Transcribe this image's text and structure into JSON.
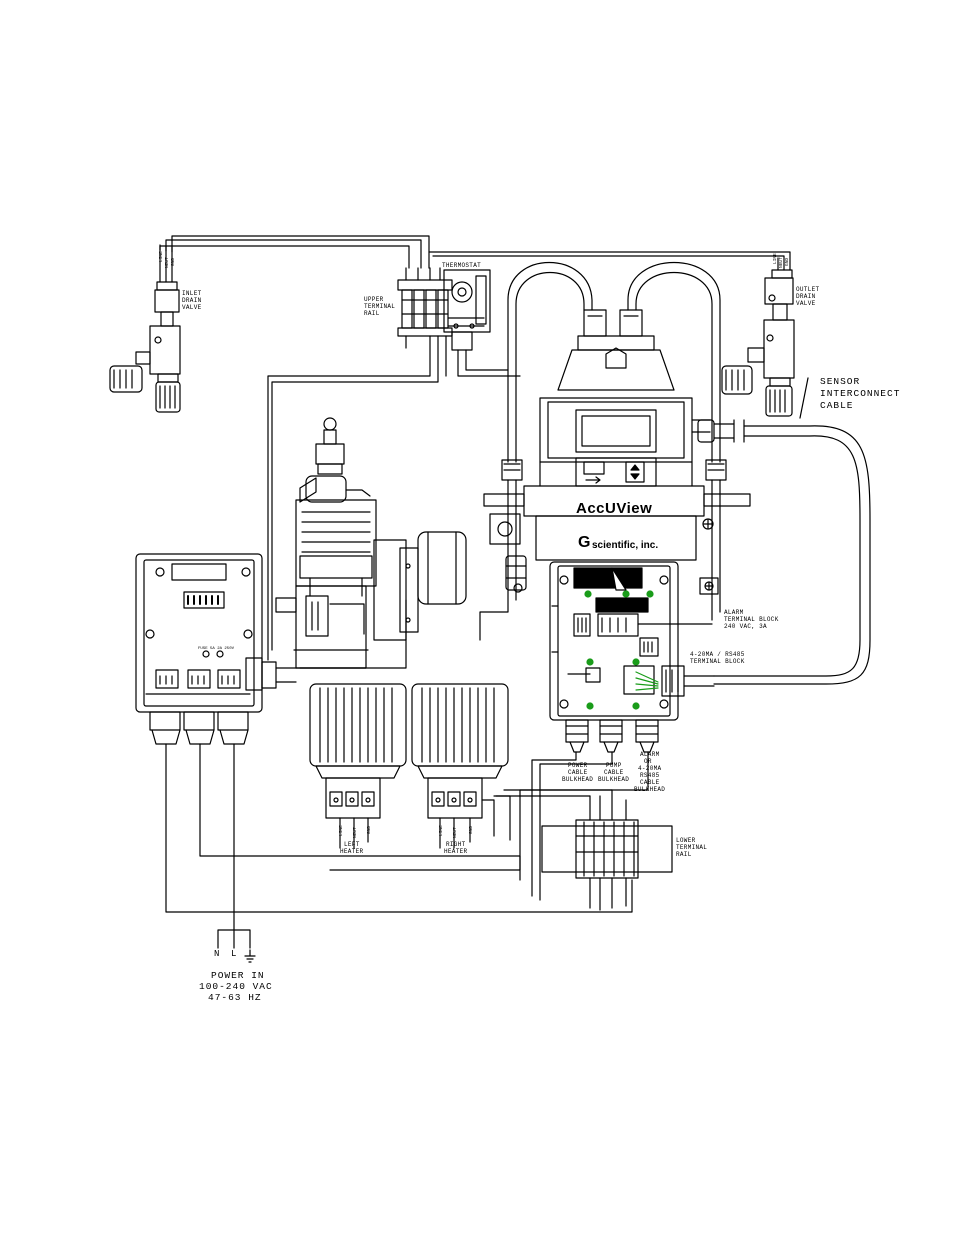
{
  "labels": {
    "inlet_valve": [
      "INLET",
      "DRAIN",
      "VALVE"
    ],
    "outlet_valve": [
      "OUTLET",
      "DRAIN",
      "VALVE"
    ],
    "thermostat": "THERMOSTAT",
    "upper_rail": [
      "UPPER",
      "TERMINAL",
      "RAIL"
    ],
    "sensor_cable": [
      "SENSOR",
      "INTERCONNECT",
      "CABLE"
    ],
    "alarm_block": [
      "ALARM",
      "TERMINAL BLOCK",
      "240 VAC, 3A"
    ],
    "analog_block": [
      "4-20mA / RS485",
      "TERMINAL BLOCK"
    ],
    "power_bulkhead": [
      "POWER",
      "CABLE",
      "BULKHEAD"
    ],
    "pump_bulkhead": [
      "PUMP",
      "CABLE",
      "BULKHEAD"
    ],
    "alarm_bulkhead": [
      "ALARM",
      "OR",
      "4-20mA",
      "RS485",
      "CABLE",
      "BULKHEAD"
    ],
    "left_heater": [
      "LEFT",
      "HEATER"
    ],
    "right_heater": [
      "RIGHT",
      "HEATER"
    ],
    "lower_rail": [
      "LOWER",
      "TERMINAL",
      "RAIL"
    ],
    "power_in": [
      "POWER IN",
      "100-240 VAC",
      "47-63 Hz"
    ],
    "fuse": "FUSE 5A 2A 250V",
    "wire_n": "N",
    "wire_l": "L"
  },
  "branding": {
    "product": "AccUView",
    "company": "scientific, inc.",
    "company_mark": "G"
  },
  "icons": {
    "ground": "ground-symbol-icon",
    "up_down": "up-down-arrow-icon",
    "enter": "enter-arrow-icon"
  }
}
